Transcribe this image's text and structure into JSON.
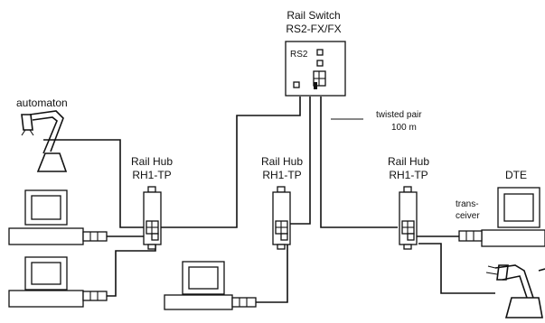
{
  "rail_switch": {
    "title_line1": "Rail Switch",
    "title_line2": "RS2-FX/FX",
    "body_label": "RS2"
  },
  "hubs": [
    {
      "line1": "Rail Hub",
      "line2": "RH1-TP"
    },
    {
      "line1": "Rail Hub",
      "line2": "RH1-TP"
    },
    {
      "line1": "Rail Hub",
      "line2": "RH1-TP"
    }
  ],
  "labels": {
    "automaton": "automaton",
    "twisted_pair": "twisted pair",
    "distance": "100 m",
    "dte": "DTE",
    "transceiver_line1": "trans-",
    "transceiver_line2": "ceiver"
  }
}
